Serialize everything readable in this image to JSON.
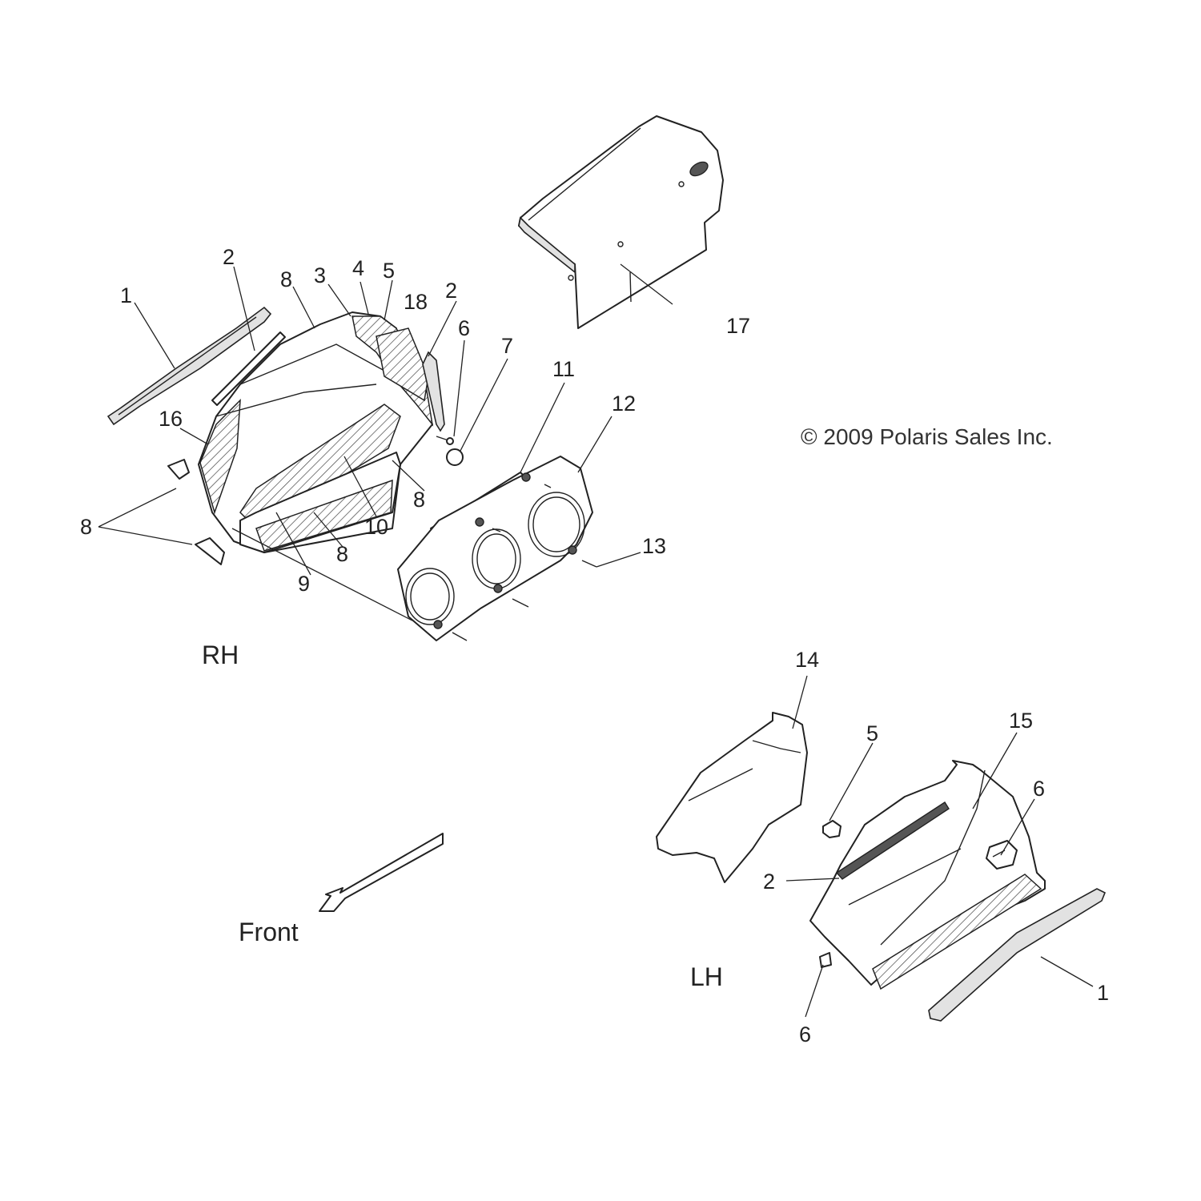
{
  "copyright": "© 2009 Polaris Sales Inc.",
  "views": {
    "rh": "RH",
    "lh": "LH"
  },
  "direction": {
    "label": "Front"
  },
  "callouts": {
    "rh": [
      "1",
      "2",
      "8",
      "3",
      "4",
      "5",
      "18",
      "2",
      "6",
      "7",
      "11",
      "12",
      "16",
      "8",
      "8",
      "10",
      "8",
      "9",
      "13"
    ],
    "top": [
      "17"
    ],
    "lh": [
      "14",
      "5",
      "15",
      "6",
      "2",
      "1",
      "6"
    ]
  }
}
